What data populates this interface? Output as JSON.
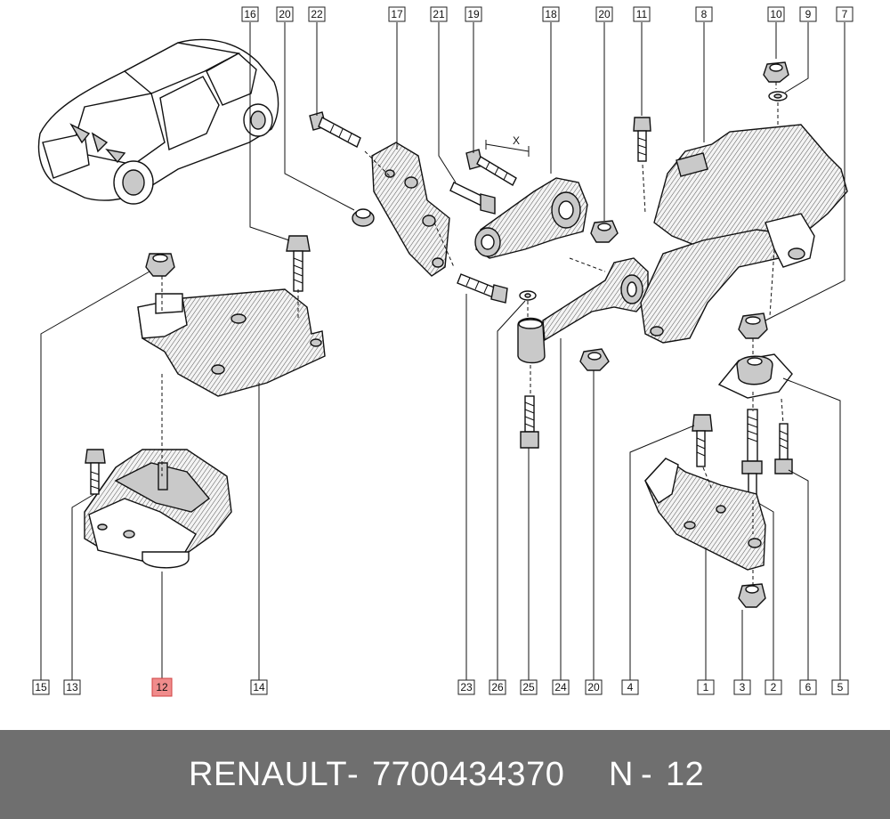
{
  "callouts": [
    {
      "id": "c16",
      "text": "16"
    },
    {
      "id": "c20a",
      "text": "20"
    },
    {
      "id": "c22",
      "text": "22"
    },
    {
      "id": "c17",
      "text": "17"
    },
    {
      "id": "c21",
      "text": "21"
    },
    {
      "id": "c19",
      "text": "19"
    },
    {
      "id": "c18",
      "text": "18"
    },
    {
      "id": "c20b",
      "text": "20"
    },
    {
      "id": "c11",
      "text": "11"
    },
    {
      "id": "c8",
      "text": "8"
    },
    {
      "id": "c10",
      "text": "10"
    },
    {
      "id": "c9",
      "text": "9"
    },
    {
      "id": "c7",
      "text": "7"
    },
    {
      "id": "c15",
      "text": "15"
    },
    {
      "id": "c13",
      "text": "13"
    },
    {
      "id": "c12",
      "text": "12",
      "highlighted": true
    },
    {
      "id": "c14",
      "text": "14"
    },
    {
      "id": "c23",
      "text": "23"
    },
    {
      "id": "c26",
      "text": "26"
    },
    {
      "id": "c25",
      "text": "25"
    },
    {
      "id": "c24",
      "text": "24"
    },
    {
      "id": "c20c",
      "text": "20"
    },
    {
      "id": "c4",
      "text": "4"
    },
    {
      "id": "c1",
      "text": "1"
    },
    {
      "id": "c3",
      "text": "3"
    },
    {
      "id": "c2",
      "text": "2"
    },
    {
      "id": "c6",
      "text": "6"
    },
    {
      "id": "c5",
      "text": "5"
    }
  ],
  "dimension_label": "X",
  "footer": {
    "brand": "RENAULT",
    "separator": "-",
    "part_number": "7700434370",
    "ref_prefix": "N",
    "ref_number": "12"
  },
  "colors": {
    "highlight": "#f08c8c",
    "footer_bg": "#6f6f6f",
    "footer_text": "#ffffff"
  }
}
